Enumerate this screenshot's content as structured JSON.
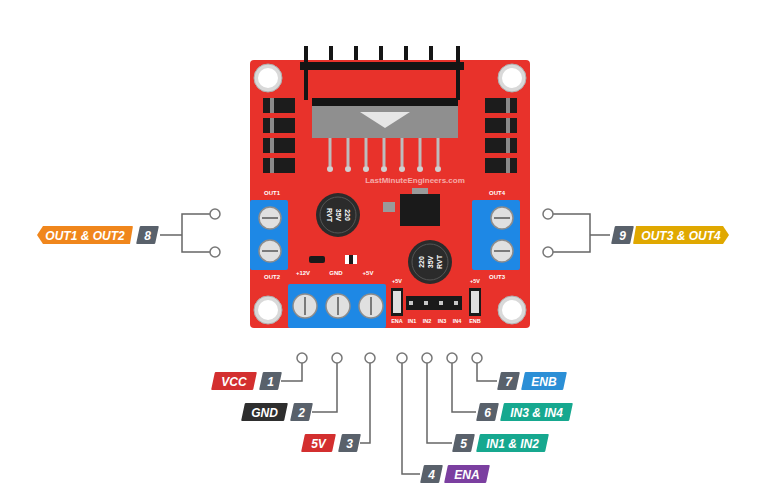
{
  "diagram": {
    "nodes": [
      {
        "text": [
          "OUT1 & OUT2"
        ]
      },
      {
        "text": [
          "8"
        ]
      },
      {
        "text": [
          "9"
        ]
      },
      {
        "text": [
          "OUT3 & OUT4"
        ]
      },
      {
        "text": [
          "VCC"
        ]
      },
      {
        "text": [
          "1"
        ]
      },
      {
        "text": [
          "GND"
        ]
      },
      {
        "text": [
          "2"
        ]
      },
      {
        "text": [
          "5V"
        ]
      },
      {
        "text": [
          "3"
        ]
      },
      {
        "text": [
          "4"
        ]
      },
      {
        "text": [
          "ENA"
        ]
      },
      {
        "text": [
          "5"
        ]
      },
      {
        "text": [
          "IN1 & IN2"
        ]
      },
      {
        "text": [
          "6"
        ]
      },
      {
        "text": [
          "IN3 & IN4"
        ]
      },
      {
        "text": [
          "7"
        ]
      },
      {
        "text": [
          "ENB"
        ]
      }
    ],
    "labels": [
      "LastMinuteEngineers.com",
      "OUT1",
      "OUT4",
      "OUT2",
      "OUT3",
      "220",
      "35V",
      "RVT",
      "220",
      "35V",
      "RVT",
      "+12V",
      "GND",
      "+5V",
      "+5V",
      "+5V",
      "ENA",
      "IN1",
      "IN2",
      "IN3",
      "IN4",
      "ENB"
    ]
  }
}
